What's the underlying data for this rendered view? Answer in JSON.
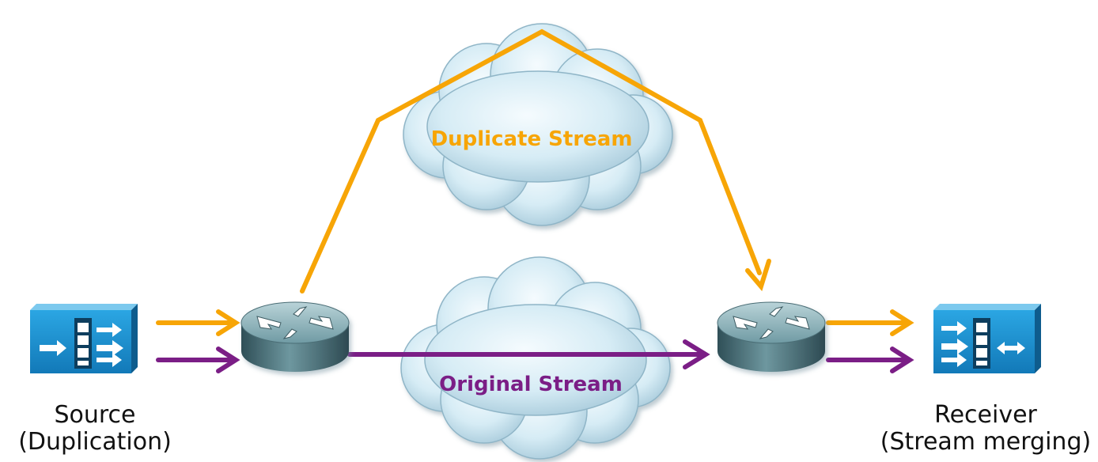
{
  "colors": {
    "duplicate_stream": "#F7A506",
    "original_stream": "#7B1E86",
    "device_blue": "#1B8FD0",
    "router_body": "#5E8A93",
    "cloud_fill": "#D8EEF6"
  },
  "labels": {
    "duplicate_stream": "Duplicate Stream",
    "original_stream": "Original Stream"
  },
  "source": {
    "title": "Source",
    "subtitle": "(Duplication)",
    "icon": "video-duplication-device-icon"
  },
  "receiver": {
    "title": "Receiver",
    "subtitle": "(Stream merging)",
    "icon": "video-merging-device-icon"
  },
  "routers": [
    {
      "icon": "router-icon"
    },
    {
      "icon": "router-icon"
    }
  ],
  "clouds": [
    {
      "icon": "cloud-icon"
    },
    {
      "icon": "cloud-icon"
    }
  ]
}
